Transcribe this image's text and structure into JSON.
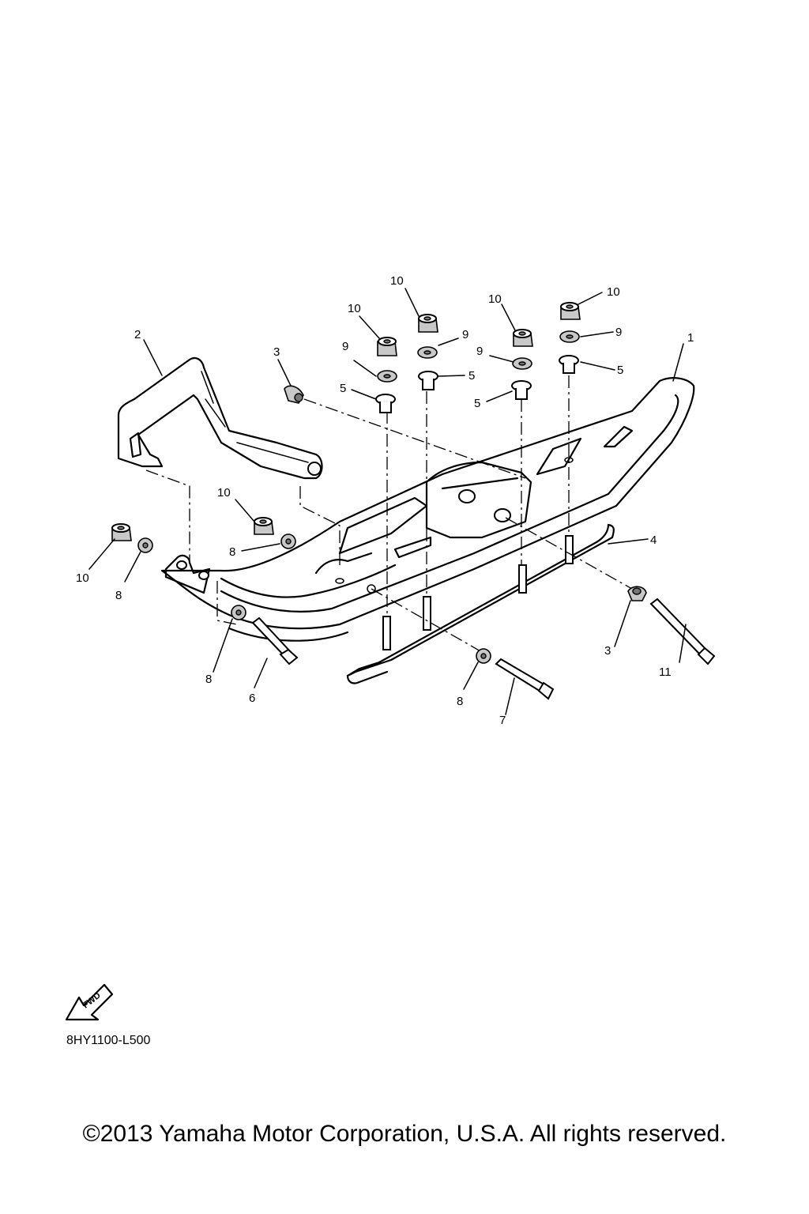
{
  "diagram": {
    "callouts": [
      {
        "id": "c1",
        "text": "1"
      },
      {
        "id": "c2",
        "text": "2"
      },
      {
        "id": "c3a",
        "text": "3"
      },
      {
        "id": "c3b",
        "text": "3"
      },
      {
        "id": "c4",
        "text": "4"
      },
      {
        "id": "c5a",
        "text": "5"
      },
      {
        "id": "c5b",
        "text": "5"
      },
      {
        "id": "c5c",
        "text": "5"
      },
      {
        "id": "c5d",
        "text": "5"
      },
      {
        "id": "c6",
        "text": "6"
      },
      {
        "id": "c7",
        "text": "7"
      },
      {
        "id": "c8a",
        "text": "8"
      },
      {
        "id": "c8b",
        "text": "8"
      },
      {
        "id": "c8c",
        "text": "8"
      },
      {
        "id": "c8d",
        "text": "8"
      },
      {
        "id": "c9a",
        "text": "9"
      },
      {
        "id": "c9b",
        "text": "9"
      },
      {
        "id": "c9c",
        "text": "9"
      },
      {
        "id": "c9d",
        "text": "9"
      },
      {
        "id": "c10a",
        "text": "10"
      },
      {
        "id": "c10b",
        "text": "10"
      },
      {
        "id": "c10c",
        "text": "10"
      },
      {
        "id": "c10d",
        "text": "10"
      },
      {
        "id": "c10e",
        "text": "10"
      },
      {
        "id": "c10f",
        "text": "10"
      },
      {
        "id": "c11",
        "text": "11"
      }
    ],
    "fwd_label": "FWD",
    "fwd_icon": "forward-arrow-icon"
  },
  "footer": {
    "diagram_code": "8HY1100-L500",
    "copyright": "©2013 Yamaha Motor Corporation, U.S.A. All rights reserved."
  }
}
